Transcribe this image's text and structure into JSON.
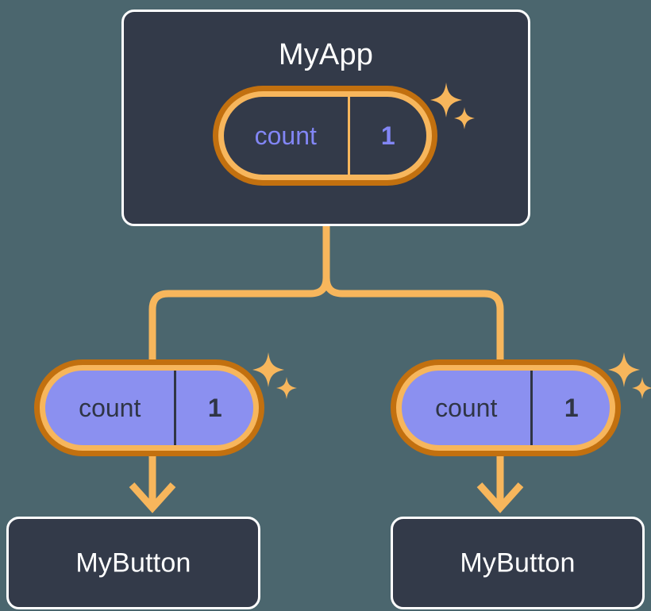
{
  "diagram": {
    "title_text": "MyApp",
    "background_color": "#4b666e",
    "card_fill": "#333a49",
    "card_border": "#ffffff",
    "accent_orange": "#f7b65c",
    "accent_orange_dark": "#c2700f",
    "periwinkle": "#8b90f0",
    "periwinkle_text": "#8286f5",
    "dark_text": "#2f3545"
  },
  "root": {
    "label": "MyApp",
    "state": {
      "key": "count",
      "value": "1"
    },
    "sparkle_name": "sparkle-icon"
  },
  "children": [
    {
      "label": "MyButton",
      "state": {
        "key": "count",
        "value": "1"
      },
      "sparkle_name": "sparkle-icon"
    },
    {
      "label": "MyButton",
      "state": {
        "key": "count",
        "value": "1"
      },
      "sparkle_name": "sparkle-icon"
    }
  ]
}
